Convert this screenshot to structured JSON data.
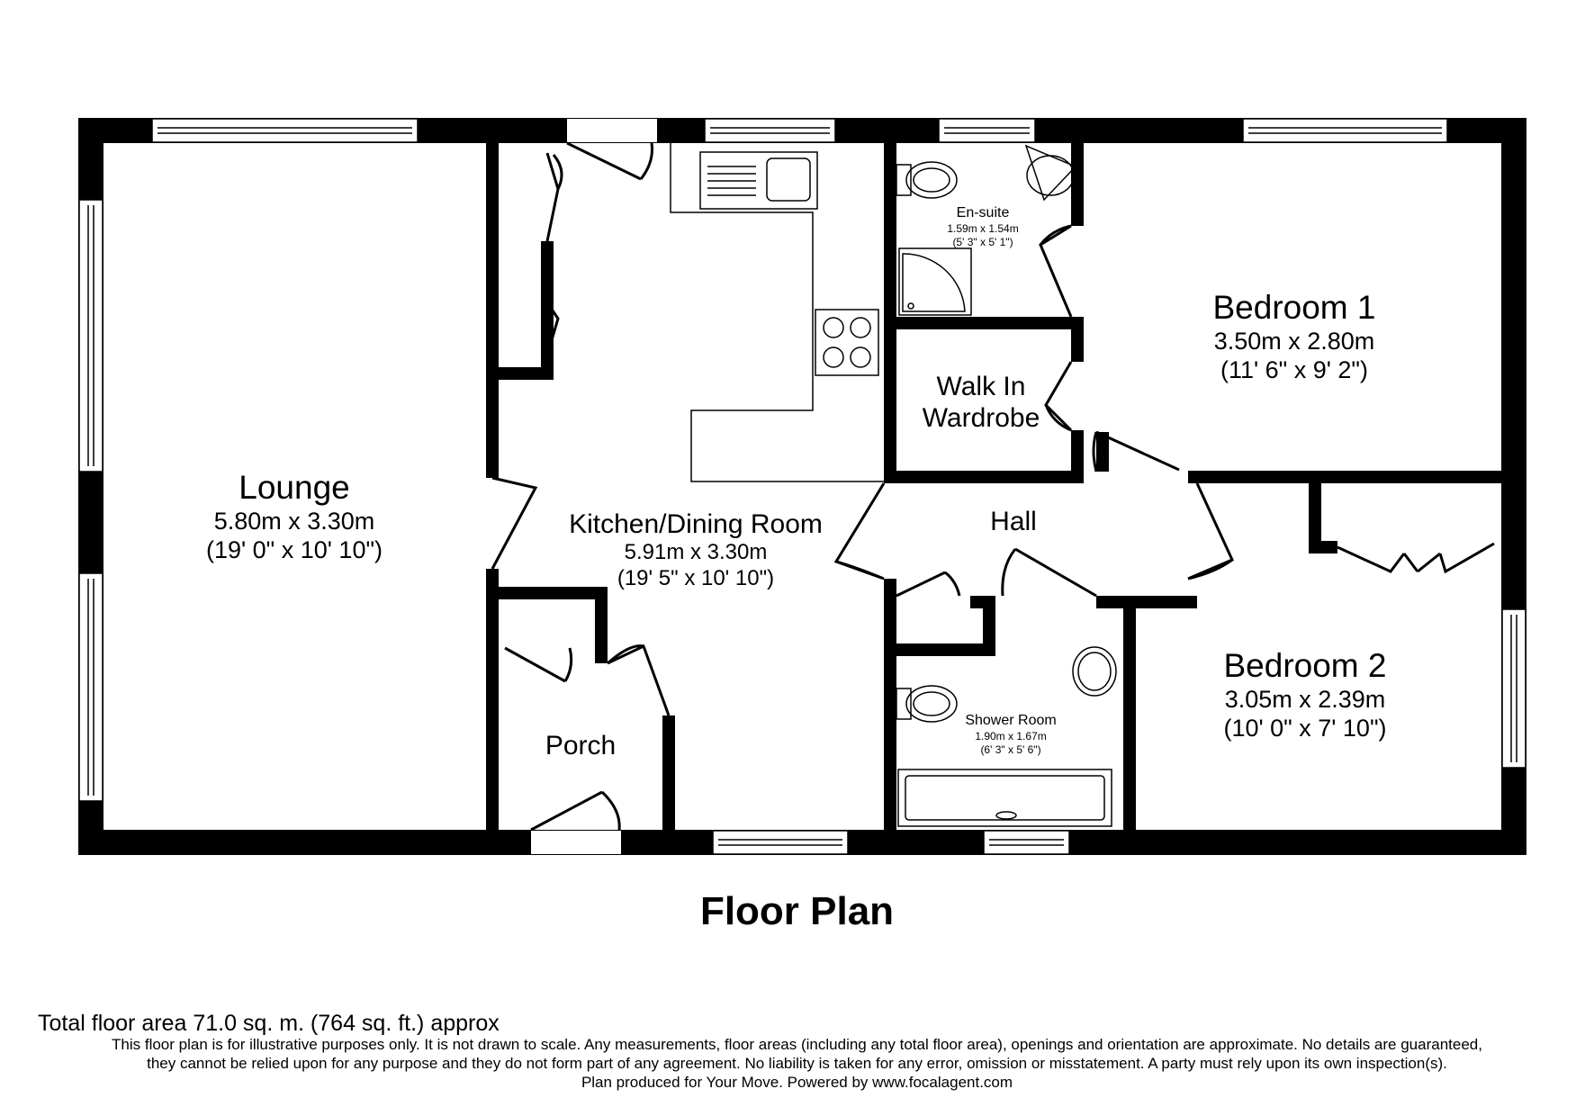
{
  "rooms": {
    "lounge": {
      "name": "Lounge",
      "metric": "5.80m x 3.30m",
      "imperial": "(19' 0\" x 10' 10\")"
    },
    "kitchen": {
      "name": "Kitchen/Dining Room",
      "metric": "5.91m x 3.30m",
      "imperial": "(19' 5\" x 10' 10\")"
    },
    "ensuite": {
      "name": "En-suite",
      "metric": "1.59m x 1.54m",
      "imperial": "(5' 3\" x 5' 1\")"
    },
    "bedroom1": {
      "name": "Bedroom 1",
      "metric": "3.50m x 2.80m",
      "imperial": "(11' 6\" x 9' 2\")"
    },
    "wardrobe": {
      "line1": "Walk In",
      "line2": "Wardrobe"
    },
    "hall": {
      "name": "Hall"
    },
    "bedroom2": {
      "name": "Bedroom 2",
      "metric": "3.05m x 2.39m",
      "imperial": "(10' 0\" x 7' 10\")"
    },
    "shower": {
      "name": "Shower Room",
      "metric": "1.90m x 1.67m",
      "imperial": "(6' 3\" x 5' 6\")"
    },
    "porch": {
      "name": "Porch"
    }
  },
  "title": "Floor Plan",
  "total_area": "Total floor area 71.0 sq. m. (764 sq. ft.) approx",
  "disclaimer": [
    "This floor plan is for illustrative purposes only. It is not drawn to scale. Any measurements, floor areas (including any total floor area), openings and orientation are approximate. No details are guaranteed,",
    "they cannot be relied upon for any purpose and they do not form part of any agreement. No liability is taken for any error, omission or misstatement. A party must rely upon its own inspection(s).",
    "Plan produced for Your Move. Powered by www.focalagent.com"
  ]
}
